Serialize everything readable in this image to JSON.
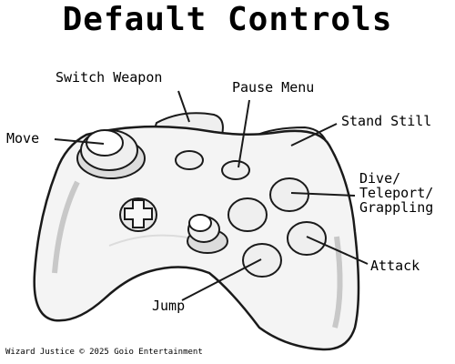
{
  "title": "Default Controls",
  "labels": {
    "switch_weapon": "Switch Weapon",
    "pause_menu": "Pause Menu",
    "stand_still": "Stand Still",
    "move": "Move",
    "dive_line1": "Dive/",
    "dive_line2": "Teleport/",
    "dive_line3": "Grappling",
    "attack": "Attack",
    "jump": "Jump"
  },
  "footer": "Wizard Justice © 2025 Goio Entertainment",
  "colors": {
    "outline": "#1a1a1a",
    "body_fill": "#f4f4f4",
    "shade": "#dcdcdc",
    "button_fill": "#efefef"
  }
}
